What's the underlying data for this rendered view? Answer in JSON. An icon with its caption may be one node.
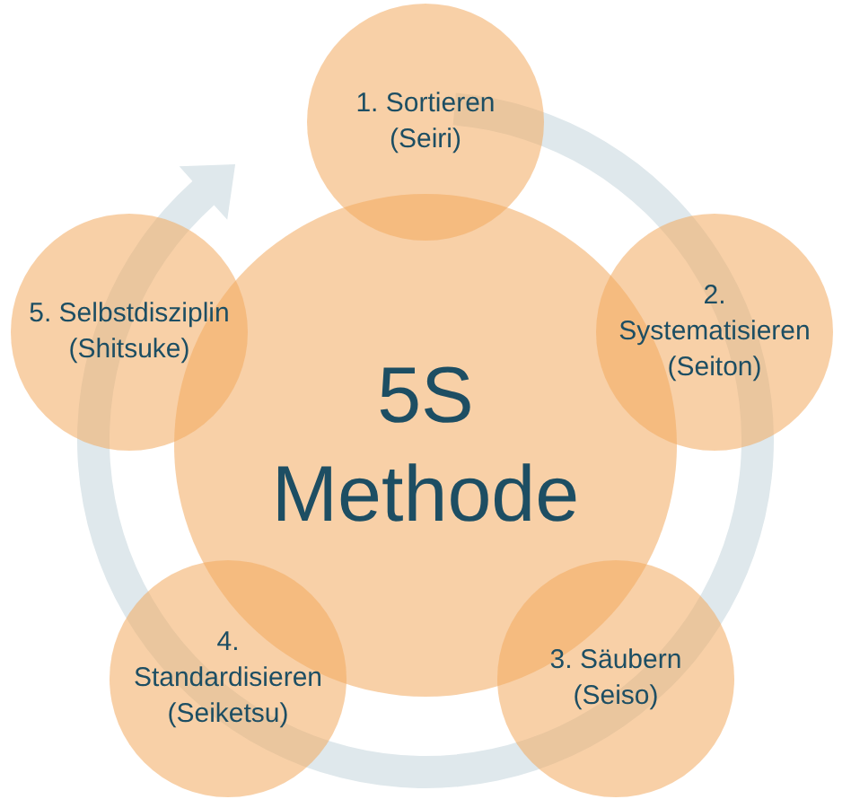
{
  "diagram": {
    "nodes": [
      {
        "text": [
          "5S Methode"
        ]
      },
      {
        "text": [
          "1. Sortieren (Seiri)"
        ]
      },
      {
        "text": [
          "2. Systematisieren (Seiton)"
        ]
      },
      {
        "text": [
          "3. Säubern (Seiso)"
        ]
      },
      {
        "text": [
          "4. Standardisieren (Seiketsu)"
        ]
      },
      {
        "text": [
          "5. Selbstdisziplin (Shitsuke)"
        ]
      }
    ]
  }
}
